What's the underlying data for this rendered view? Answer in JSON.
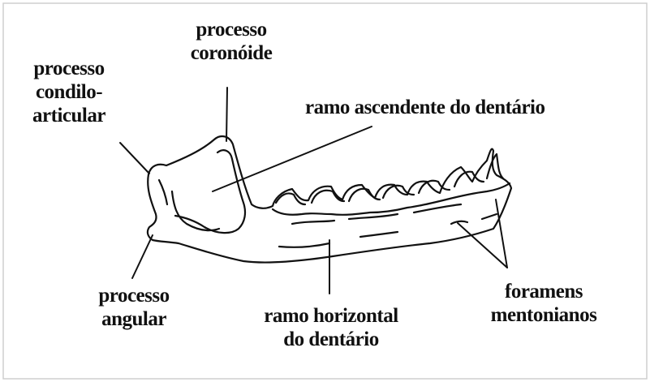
{
  "labels": {
    "coronoid": [
      "processo",
      "coronóide"
    ],
    "condylar": [
      "processo",
      "condilo-",
      "articular"
    ],
    "ascending_ramus": [
      "ramo ascendente do dentário"
    ],
    "angular": [
      "processo",
      "angular"
    ],
    "horizontal_ramus": [
      "ramo horizontal",
      "do dentário"
    ],
    "mental_foramina": [
      "foramens",
      "mentonianos"
    ]
  }
}
